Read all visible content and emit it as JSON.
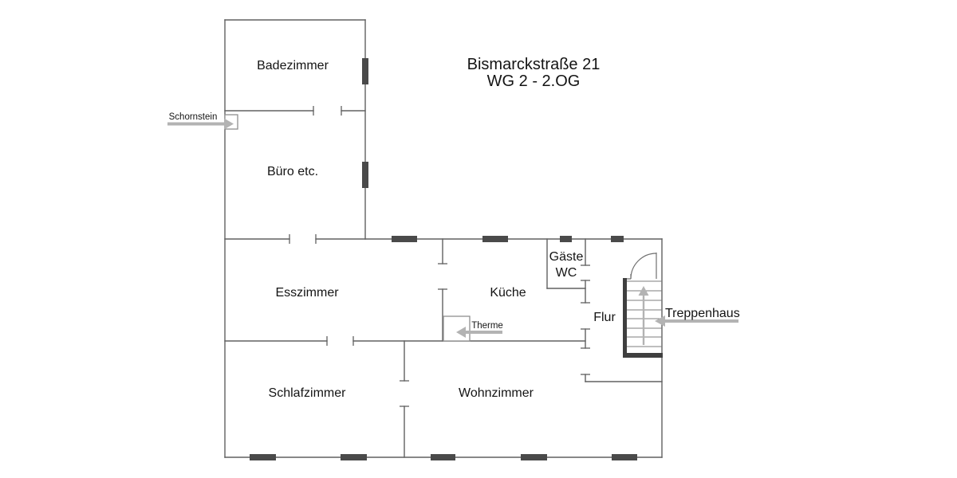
{
  "title": {
    "line1": "Bismarckstraße 21",
    "line2": "WG 2 - 2.OG"
  },
  "labels": {
    "badezimmer": "Badezimmer",
    "buero": "Büro etc.",
    "esszimmer": "Esszimmer",
    "kueche": "Küche",
    "gaeste": "Gäste",
    "wc": "WC",
    "flur": "Flur",
    "schlafzimmer": "Schlafzimmer",
    "wohnzimmer": "Wohnzimmer",
    "treppenhaus": "Treppenhaus",
    "schornstein": "Schornstein",
    "therme": "Therme"
  },
  "colors": {
    "wall": "#616161",
    "window": "#4a4a4a",
    "stair_wall": "#3f3f3f",
    "arrow": "#b3b3b3",
    "text": "#141414",
    "background": "#ffffff"
  }
}
